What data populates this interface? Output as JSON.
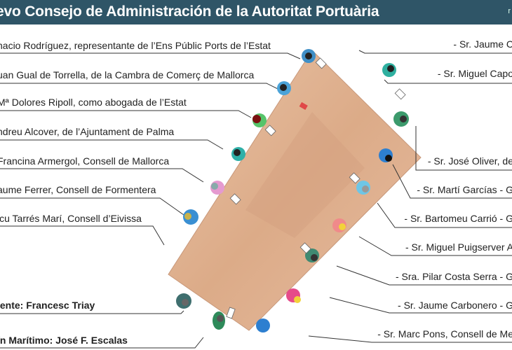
{
  "header": {
    "title": "evo Consejo de Administración de la Autoritat Portuària",
    "mark": "r"
  },
  "left_members": [
    "nacio Rodríguez, representante de l’Ens Públic Ports de l’Estat",
    "uan Gual de Torrella, de la Cambra de Comerç de Mallorca",
    "Mª Dolores Ripoll, como abogada de l’Estat",
    "ndreu Alcover, de l’Ajuntament de Palma",
    "Francina Armergol, Consell de Mallorca",
    "aume Ferrer, Consell de Formentera",
    "icu Tarrés Marí, Consell d’Eivissa"
  ],
  "president": "lente: Francesc Triay",
  "maritime": "ín Marítimo: José F. Escalas",
  "right_members": [
    "- Sr. Jaume C",
    "- Sr. Miguel Capo",
    "- Sr. José Oliver, de",
    "- Sr. Martí Garcías - G",
    "- Sr. Bartomeu Carrió - G",
    "- Sr. Miguel Puigserver A",
    "- Sra. Pilar Costa Serra - G",
    "- Sr. Jaume Carbonero - G",
    "- Sr. Marc Pons, Consell de Me"
  ],
  "colors": {
    "header": "#2f5567",
    "table": "#dfb090"
  }
}
